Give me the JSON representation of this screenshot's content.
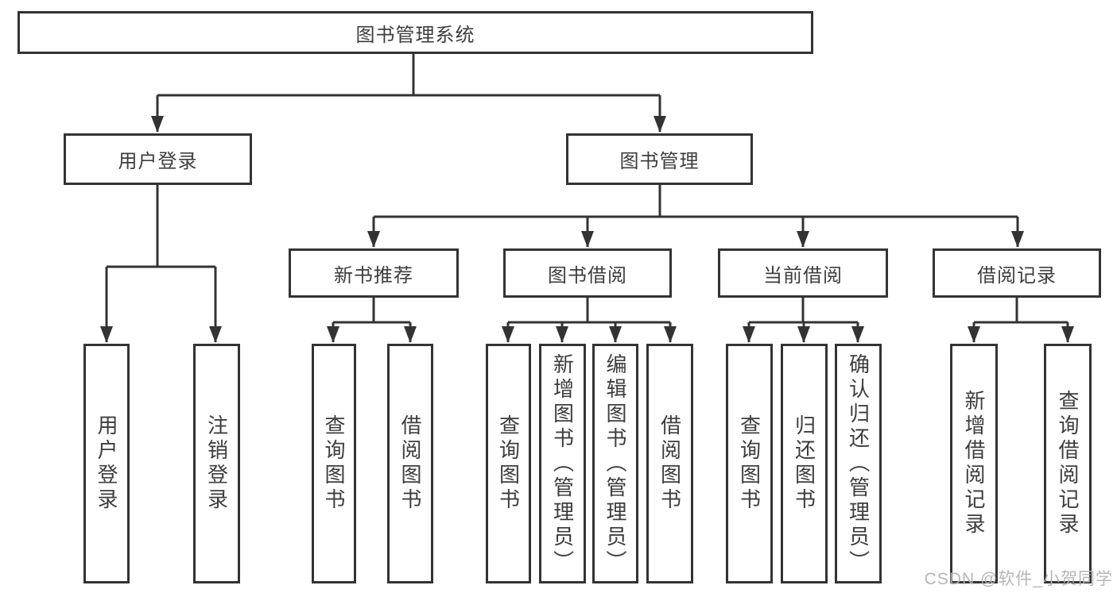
{
  "diagram": {
    "root": {
      "label": "图书管理系统"
    },
    "level2": [
      {
        "label": "用户登录"
      },
      {
        "label": "图书管理"
      }
    ],
    "level3": [
      {
        "label": "新书推荐"
      },
      {
        "label": "图书借阅"
      },
      {
        "label": "当前借阅"
      },
      {
        "label": "借阅记录"
      }
    ],
    "leaves": {
      "user_login": [
        "用户登录",
        "注销登录"
      ],
      "new_book": [
        "查询图书",
        "借阅图书"
      ],
      "book_borrow": [
        "查询图书",
        "新增图书（管理员）",
        "编辑图书（管理员）",
        "借阅图书"
      ],
      "current_borrow": [
        "查询图书",
        "归还图书",
        "确认归还（管理员）"
      ],
      "records": [
        "新增借阅记录",
        "查询借阅记录"
      ]
    }
  },
  "watermark": {
    "text": "CSDN @软件_小贺同学"
  },
  "colors": {
    "line": "#333333",
    "box_border": "#333333",
    "text": "#3d3d3d",
    "background": "#ffffff",
    "watermark": "#b2b2b2"
  }
}
